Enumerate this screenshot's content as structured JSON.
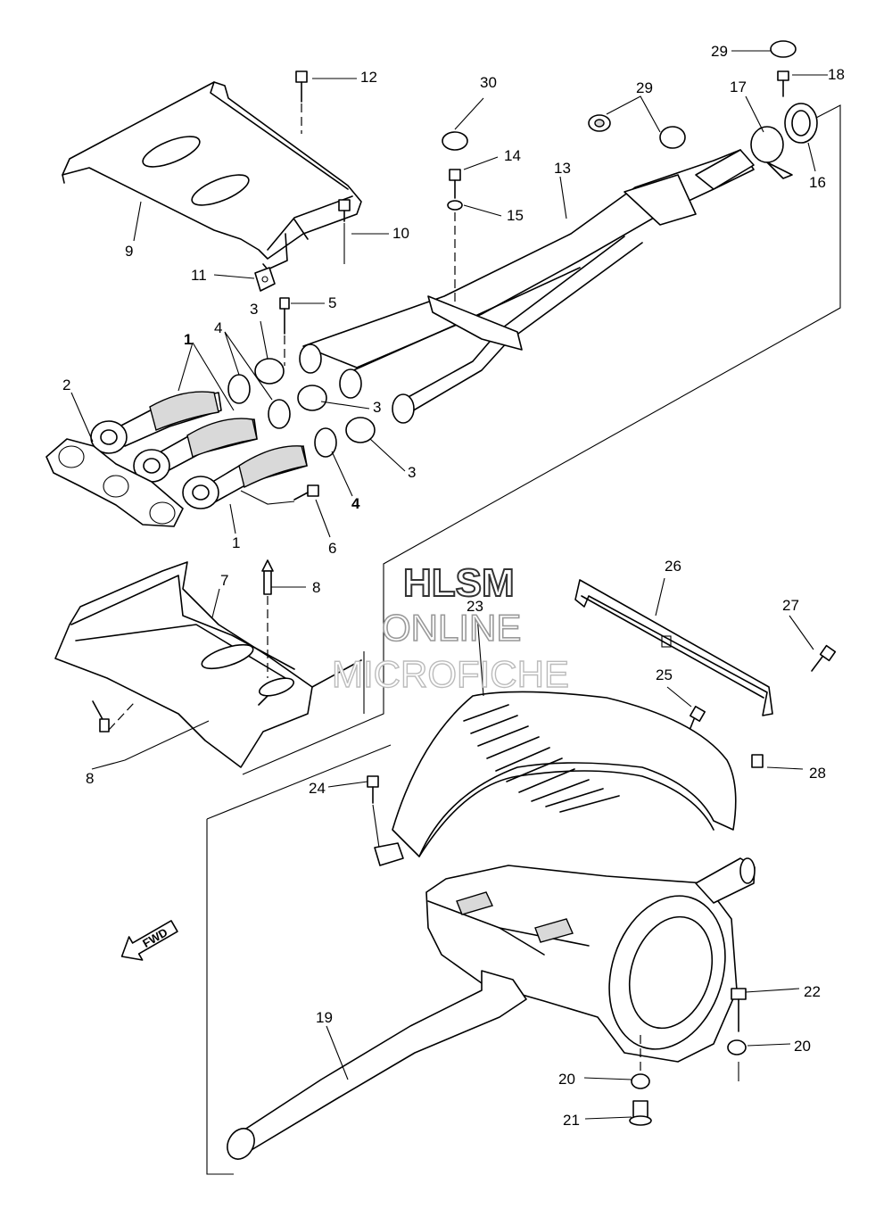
{
  "watermark": {
    "line1": "HLSM",
    "line2": "ONLINE",
    "line3": "MICROFICHE"
  },
  "direction_marker": "FWD",
  "callouts": [
    {
      "id": "c29a",
      "label": "29",
      "bold": false
    },
    {
      "id": "c18",
      "label": "18",
      "bold": false
    },
    {
      "id": "c12",
      "label": "12",
      "bold": false
    },
    {
      "id": "c30",
      "label": "30",
      "bold": false
    },
    {
      "id": "c29b",
      "label": "29",
      "bold": false
    },
    {
      "id": "c17",
      "label": "17",
      "bold": false
    },
    {
      "id": "c16",
      "label": "16",
      "bold": false
    },
    {
      "id": "c14",
      "label": "14",
      "bold": false
    },
    {
      "id": "c13",
      "label": "13",
      "bold": false
    },
    {
      "id": "c15",
      "label": "15",
      "bold": false
    },
    {
      "id": "c9",
      "label": "9",
      "bold": false
    },
    {
      "id": "c10",
      "label": "10",
      "bold": false
    },
    {
      "id": "c11",
      "label": "11",
      "bold": false
    },
    {
      "id": "c5",
      "label": "5",
      "bold": false
    },
    {
      "id": "c3a",
      "label": "3",
      "bold": false
    },
    {
      "id": "c1a",
      "label": "1",
      "bold": true
    },
    {
      "id": "c4a",
      "label": "4",
      "bold": false
    },
    {
      "id": "c2",
      "label": "2",
      "bold": false
    },
    {
      "id": "c3b",
      "label": "3",
      "bold": false
    },
    {
      "id": "c3c",
      "label": "3",
      "bold": false
    },
    {
      "id": "c4b",
      "label": "4",
      "bold": true
    },
    {
      "id": "c1b",
      "label": "1",
      "bold": false
    },
    {
      "id": "c6",
      "label": "6",
      "bold": false
    },
    {
      "id": "c7",
      "label": "7",
      "bold": false
    },
    {
      "id": "c8a",
      "label": "8",
      "bold": false
    },
    {
      "id": "c8b",
      "label": "8",
      "bold": false
    },
    {
      "id": "c26",
      "label": "26",
      "bold": false
    },
    {
      "id": "c23",
      "label": "23",
      "bold": false
    },
    {
      "id": "c27",
      "label": "27",
      "bold": false
    },
    {
      "id": "c25",
      "label": "25",
      "bold": false
    },
    {
      "id": "c28",
      "label": "28",
      "bold": false
    },
    {
      "id": "c24",
      "label": "24",
      "bold": false
    },
    {
      "id": "c22",
      "label": "22",
      "bold": false
    },
    {
      "id": "c19",
      "label": "19",
      "bold": false
    },
    {
      "id": "c20a",
      "label": "20",
      "bold": false
    },
    {
      "id": "c20b",
      "label": "20",
      "bold": false
    },
    {
      "id": "c21",
      "label": "21",
      "bold": false
    }
  ]
}
